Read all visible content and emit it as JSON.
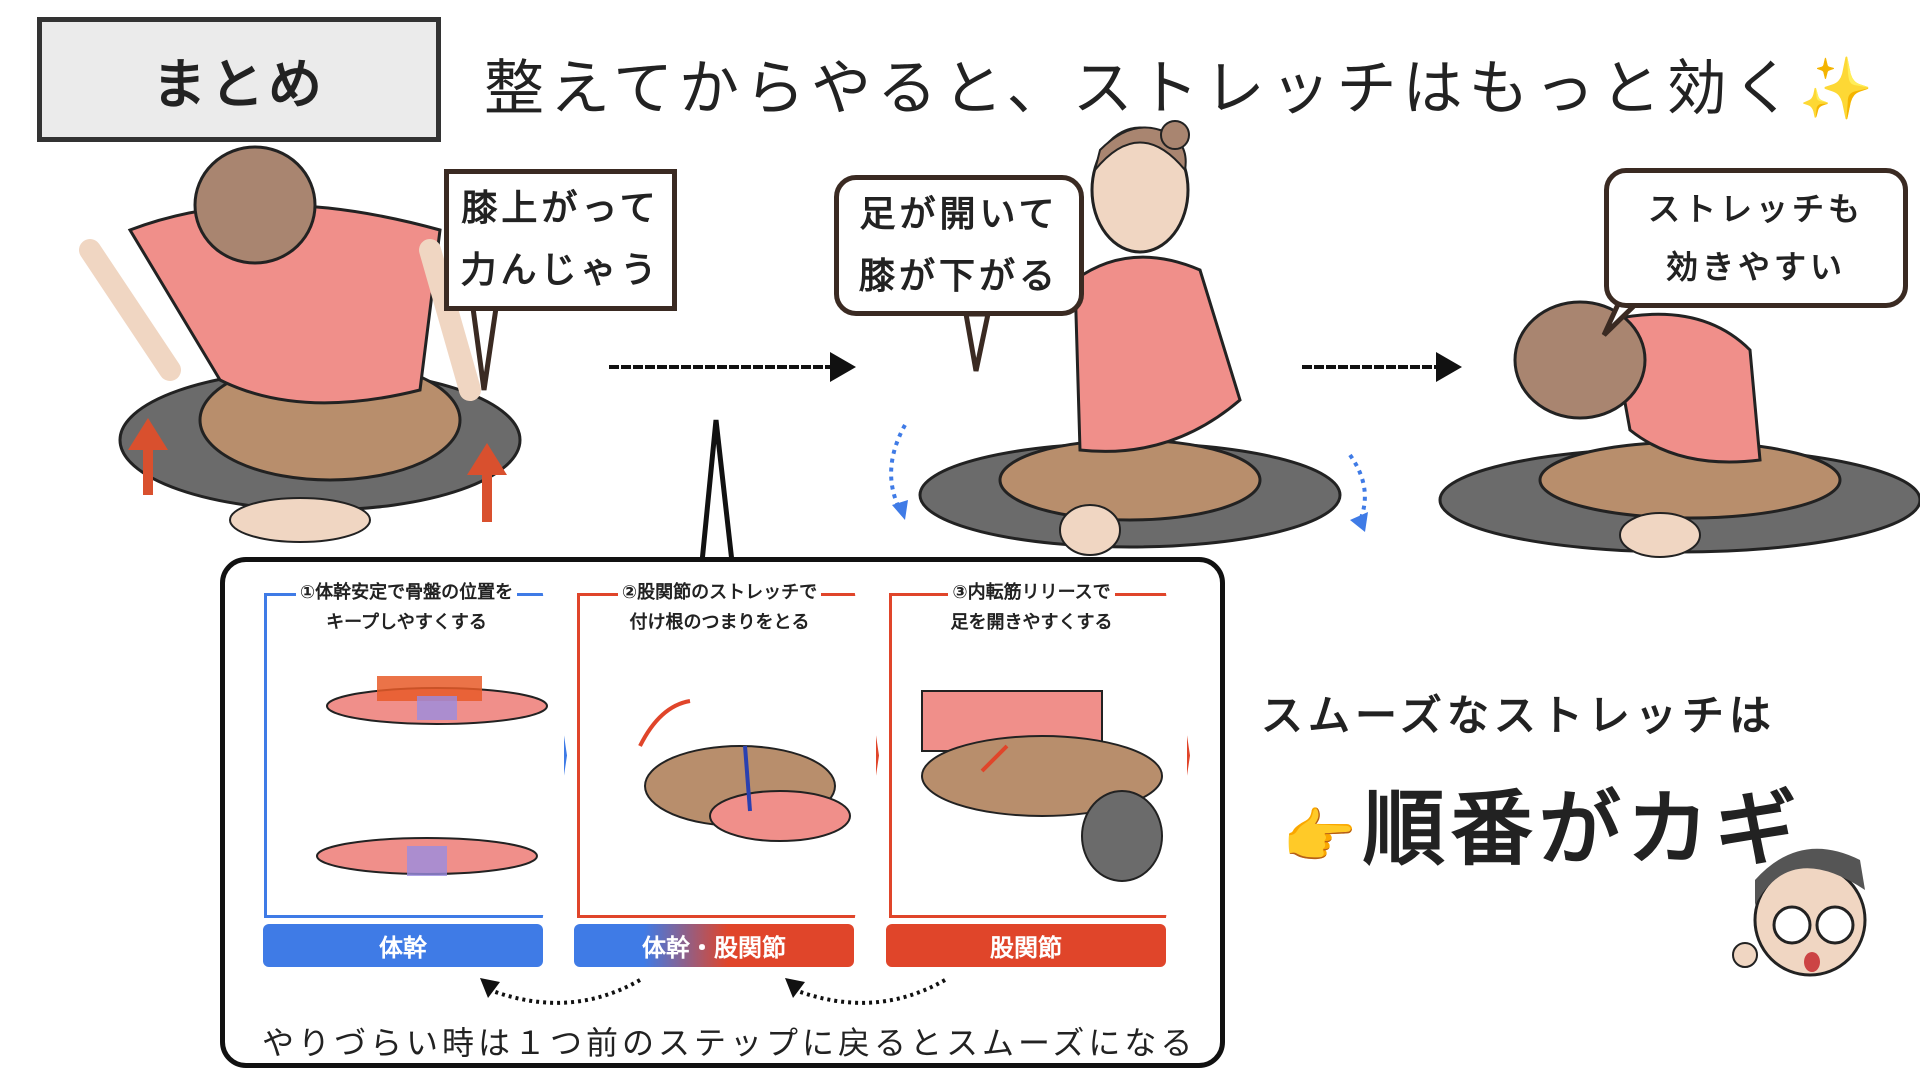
{
  "header": {
    "summary_label": "まとめ",
    "title": "整えてからやると、ストレッチはもっと効く✨"
  },
  "bubbles": [
    {
      "line1": "膝上がって",
      "line2": "力んじゃう"
    },
    {
      "line1": "足が開いて",
      "line2": "膝が下がる"
    },
    {
      "line1": "ストレッチも",
      "line2": "効きやすい"
    }
  ],
  "steps": [
    {
      "title1": "①体幹安定で骨盤の位置を",
      "title2": "キープしやすくする",
      "tag": "体幹",
      "color": "#3f7be6"
    },
    {
      "title1": "②股関節のストレッチで",
      "title2": "付け根のつまりをとる",
      "tag": "体幹・股関節",
      "color": "#e0452a"
    },
    {
      "title1": "③内転筋リリースで",
      "title2": "足を開きやすくする",
      "tag": "股関節",
      "color": "#e0452a"
    }
  ],
  "bottom_note": "やりづらい時は１つ前のステップに戻るとスムーズになる",
  "conclusion": {
    "line1": "スムーズなストレッチは",
    "pointer_icon": "👉",
    "line2": "順番がカギ"
  }
}
